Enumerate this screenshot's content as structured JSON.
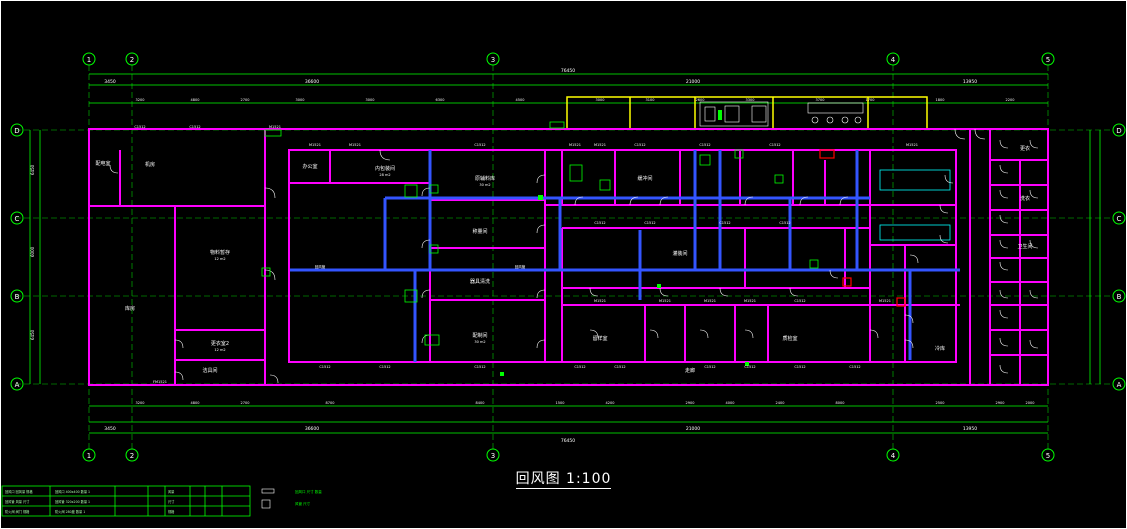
{
  "title": "回风图 1:100",
  "grid": {
    "columns": [
      "1",
      "2",
      "3",
      "4",
      "5"
    ],
    "rows": [
      "D",
      "C",
      "B",
      "A"
    ]
  },
  "dimensions_top": {
    "overall": "76450",
    "segments": [
      "3450",
      "36600",
      "21000",
      "13950"
    ]
  },
  "dimensions_bottom": {
    "overall": "76450",
    "segments": [
      "3450",
      "36600",
      "21000",
      "13950"
    ]
  },
  "dimensions_side": [
    "6450",
    "6000",
    "6450"
  ],
  "rooms": [
    {
      "id": "r1",
      "name": "配电室",
      "area": ""
    },
    {
      "id": "r2",
      "name": "机房",
      "area": ""
    },
    {
      "id": "r3",
      "name": "物料暂存",
      "area": "12 m2"
    },
    {
      "id": "r4",
      "name": "库房",
      "area": ""
    },
    {
      "id": "r5",
      "name": "更衣室2",
      "area": "12 m2"
    },
    {
      "id": "r6",
      "name": "办公室",
      "area": ""
    },
    {
      "id": "r7",
      "name": "洁具间",
      "area": ""
    },
    {
      "id": "r8",
      "name": "内包装间",
      "area": "28 m2"
    },
    {
      "id": "r9",
      "name": "原辅料库",
      "area": "30 m2"
    },
    {
      "id": "r10",
      "name": "称量间",
      "area": ""
    },
    {
      "id": "r11",
      "name": "器具清洗",
      "area": ""
    },
    {
      "id": "r12",
      "name": "配制间",
      "area": "30 m2"
    },
    {
      "id": "r13",
      "name": "灌装间",
      "area": ""
    },
    {
      "id": "r14",
      "name": "走廊",
      "area": ""
    },
    {
      "id": "r15",
      "name": "缓冲间",
      "area": ""
    },
    {
      "id": "r16",
      "name": "更衣",
      "area": ""
    },
    {
      "id": "r17",
      "name": "洗衣",
      "area": ""
    },
    {
      "id": "r18",
      "name": "卫生间",
      "area": ""
    },
    {
      "id": "r19",
      "name": "质检室",
      "area": ""
    },
    {
      "id": "r20",
      "name": "留样室",
      "area": ""
    },
    {
      "id": "r21",
      "name": "冷库",
      "area": ""
    }
  ],
  "tags": {
    "door": "M1521",
    "window": "C1512",
    "airlock": "FM1521",
    "duct": "回风管"
  },
  "legend": [
    "回风口 回风量 规格",
    "回风管 风量 尺寸",
    "防火阀 阀门 规格"
  ],
  "legend_extra": [
    "回风口 尺寸 数量",
    "风管 尺寸"
  ],
  "colors": {
    "wall": "#ff00ff",
    "dim": "#00ff00",
    "text": "#ffffff",
    "duct": "#3355ff",
    "structure": "#ffff00",
    "axis": "#00ff00",
    "alarm": "#ff0000",
    "cyan": "#00ffff"
  }
}
